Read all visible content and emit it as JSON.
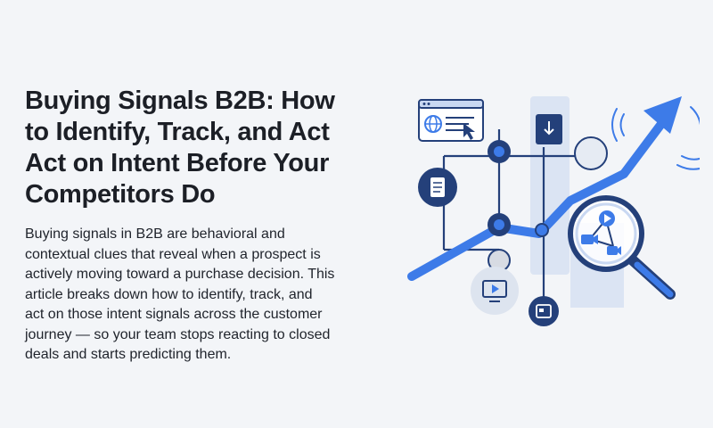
{
  "article": {
    "title_lines": [
      "Buying Signals B2B: How",
      "to Identify, Track, and Act",
      "Act on Intent Before Your",
      "Competitors Do"
    ],
    "description_lines": [
      "Buying signals in B2B are behavioral and",
      "contextual clues that reveal when a prospect is",
      "actively moving toward a purchase decision. This",
      "article breaks down how to identify, track, and",
      "act on those intent signals across the customer",
      "journey — so your team stops reacting to closed",
      "deals and starts predicting them."
    ]
  },
  "illustration": {
    "colors": {
      "primary_blue": "#3d7be8",
      "navy": "#24407a",
      "light_blue": "#c9d8f2",
      "pale_blue": "#dbe4f3",
      "gray_node": "#d7dbe3"
    },
    "icons": [
      "browser-window-icon",
      "globe-icon",
      "cursor-icon",
      "download-document-icon",
      "document-icon",
      "video-monitor-icon",
      "small-window-icon",
      "magnifying-glass-icon",
      "video-camera-icon",
      "play-icon",
      "signal-waves-icon",
      "trend-arrow-icon"
    ]
  }
}
